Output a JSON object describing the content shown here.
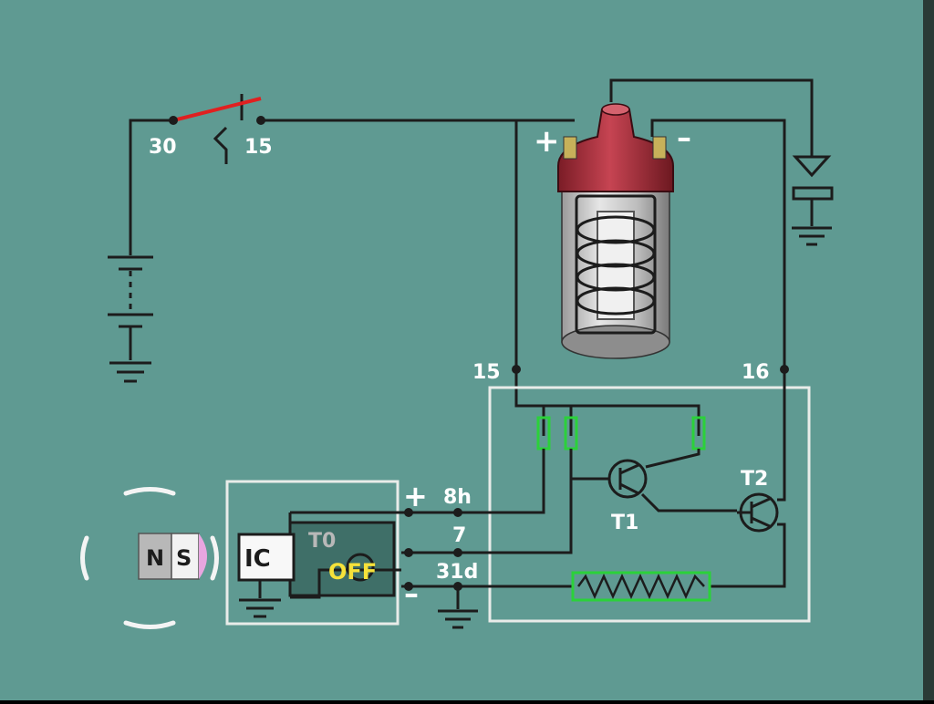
{
  "colors": {
    "background": "#5f9a92",
    "wire": "#1c1c1c",
    "switch_arm": "#e02020",
    "label": "#ffffff",
    "off_label": "#f6e23a",
    "t0_label": "#b8b8b8",
    "resistor": "#2bd13a",
    "coil_cap": "#b02e3a",
    "magnet_pink": "#e8a6e0"
  },
  "labels": {
    "terminal_30": "30",
    "terminal_15_switch": "15",
    "coil_plus": "+",
    "coil_minus": "–",
    "terminal_15": "15",
    "terminal_16": "16",
    "transistor_t1": "T1",
    "transistor_t2": "T2",
    "transistor_t0": "T0",
    "state_off": "OFF",
    "ic": "IC",
    "magnet_n": "N",
    "magnet_s": "S",
    "module_plus": "+",
    "module_minus": "–",
    "pin_8h": "8h",
    "pin_7": "7",
    "pin_31d": "31d"
  }
}
